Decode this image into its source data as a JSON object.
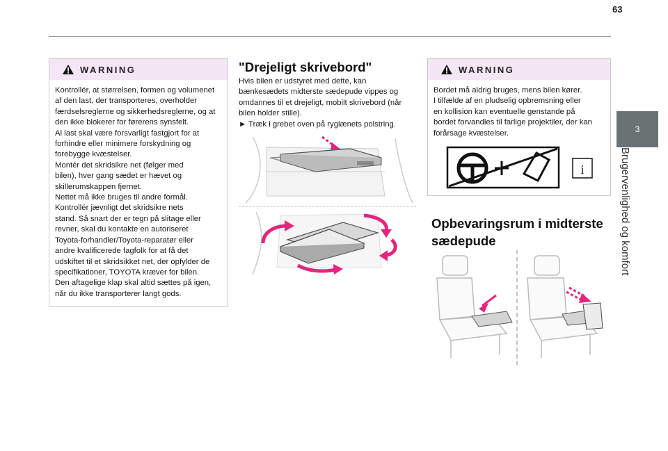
{
  "page_number": "63",
  "side_tab": {
    "number": "3",
    "title": "Brugervenlighed og komfort"
  },
  "warning_left": {
    "label": "WARNING",
    "lines": [
      "Kontrollér, at størrelsen, formen og volumenet",
      "af den last, der transporteres, overholder",
      "færdselsreglerne og sikkerhedsreglerne, og at",
      "den ikke blokerer for førerens synsfelt.",
      "Al last skal være forsvarligt fastgjort for at",
      "forhindre eller minimere forskydning og",
      "forebygge kvæstelser.",
      "Montér det skridsikre net (følger med",
      "bilen), hver gang sædet er hævet og",
      "skillerumskappen fjernet.",
      "Nettet må ikke bruges til andre formål.",
      "Kontrollér jævnligt det skridsikre nets",
      "stand. Så snart der er tegn på slitage eller",
      "revner, skal du kontakte en autoriseret",
      "Toyota-forhandler/Toyota-reparatør eller",
      "andre kvalificerede fagfolk for at få det",
      "udskiftet til et skridsikket net, der opfylder de",
      "specifikationer, TOYOTA kræver for bilen.",
      "Den aftagelige klap skal altid sættes på igen,",
      "når du ikke transporterer langt gods."
    ]
  },
  "desk_section": {
    "title": "\"Drejeligt skrivebord\"",
    "lines": [
      "Hvis bilen er udstyret med dette, kan",
      "bænkesædets midterste sædepude vippes og",
      "omdannes til et drejeligt, mobilt skrivebord (når",
      "bilen holder stille).",
      "►  Træk i grebet oven på ryglænets polstring."
    ]
  },
  "warning_right": {
    "label": "WARNING",
    "lines": [
      "Bordet må aldrig bruges, mens bilen kører.",
      "I tilfælde af en pludselig opbremsning eller",
      "en kollision kan eventuelle genstande på",
      "bordet forvandles til farlige projektiler, der kan",
      "forårsage kvæstelser."
    ]
  },
  "storage_section": {
    "title_line1": "Opbevaringsrum i midterste",
    "title_line2": "sædepude"
  },
  "colors": {
    "warning_header": "#f4e6f4",
    "side_tab": "#6b7274",
    "arrow_magenta": "#e6237e"
  }
}
